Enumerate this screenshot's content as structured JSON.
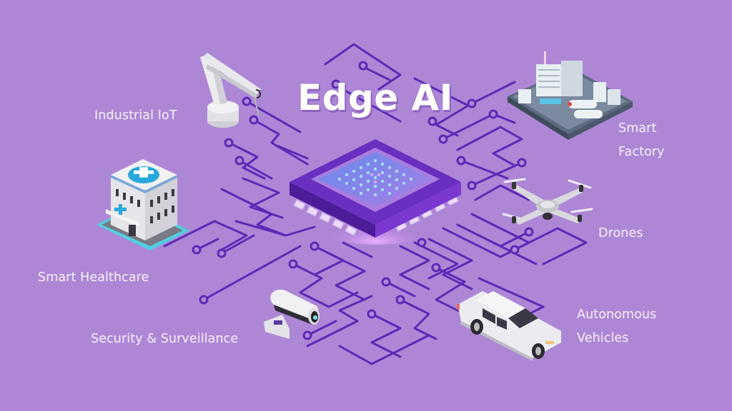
{
  "title": "Edge AI",
  "colors": {
    "background": "#ad87d6",
    "trace": "#5a2ab5",
    "chip_base": "#6a2fc0",
    "chip_glow": "#c27cf0",
    "label_text": "#f7f1fb"
  },
  "applications": [
    {
      "id": "industrial-iot",
      "label": "Industrial IoT",
      "icon": "robot-arm-icon"
    },
    {
      "id": "smart-factory",
      "label_line1": "Smart",
      "label_line2": "Factory",
      "icon": "factory-icon"
    },
    {
      "id": "smart-healthcare",
      "label": "Smart Healthcare",
      "icon": "hospital-icon"
    },
    {
      "id": "drones",
      "label": "Drones",
      "icon": "drone-icon"
    },
    {
      "id": "security-surveillance",
      "label": "Security & Surveillance",
      "icon": "security-camera-icon"
    },
    {
      "id": "autonomous-vehicles",
      "label_line1": "Autonomous",
      "label_line2": "Vehicles",
      "icon": "car-icon"
    }
  ],
  "center": {
    "icon": "ai-chip-icon"
  }
}
